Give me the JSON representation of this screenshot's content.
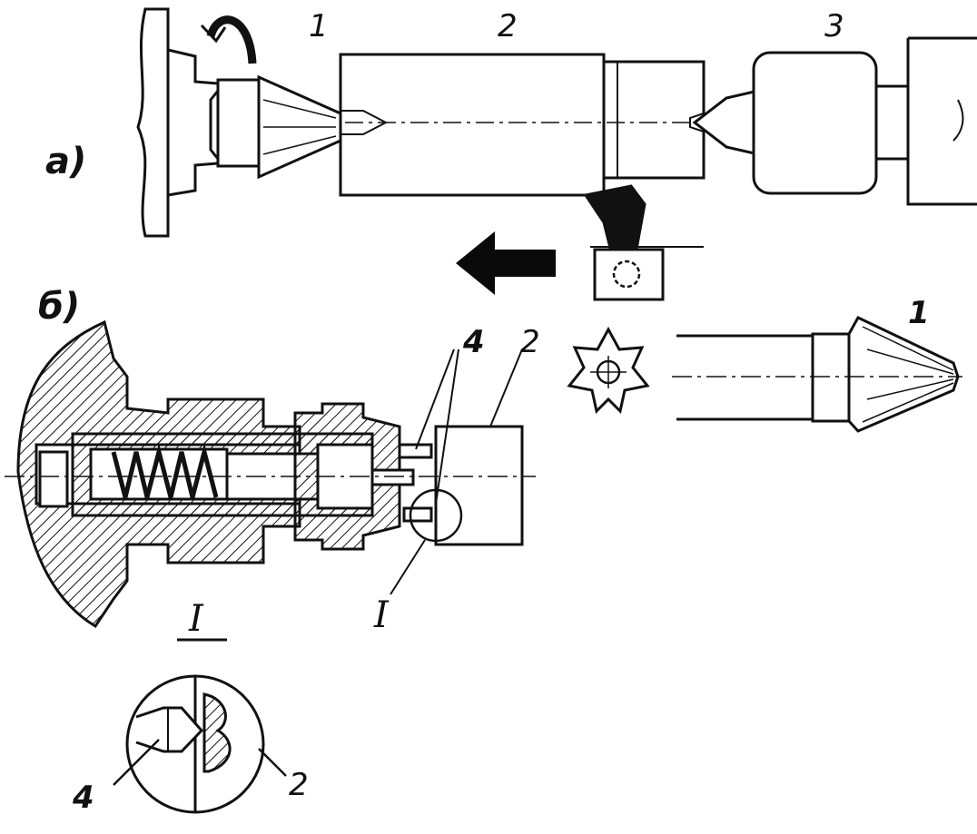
{
  "figure": {
    "part_labels": {
      "a": "a)",
      "b": "б)"
    },
    "callouts": {
      "a_1": "1",
      "a_2": "2",
      "a_3": "3",
      "cone_1": "1",
      "b_4": "4",
      "b_2": "2",
      "detail_mark": "I",
      "detail_title": "I",
      "detail_4": "4",
      "detail_2": "2"
    },
    "colors": {
      "ink": "#111111",
      "paper": "#ffffff",
      "arrow": "#0a0a0a"
    },
    "icons": [
      "feed-direction-arrow",
      "rotation-arrow",
      "star-cutter-profile",
      "hatching"
    ]
  }
}
